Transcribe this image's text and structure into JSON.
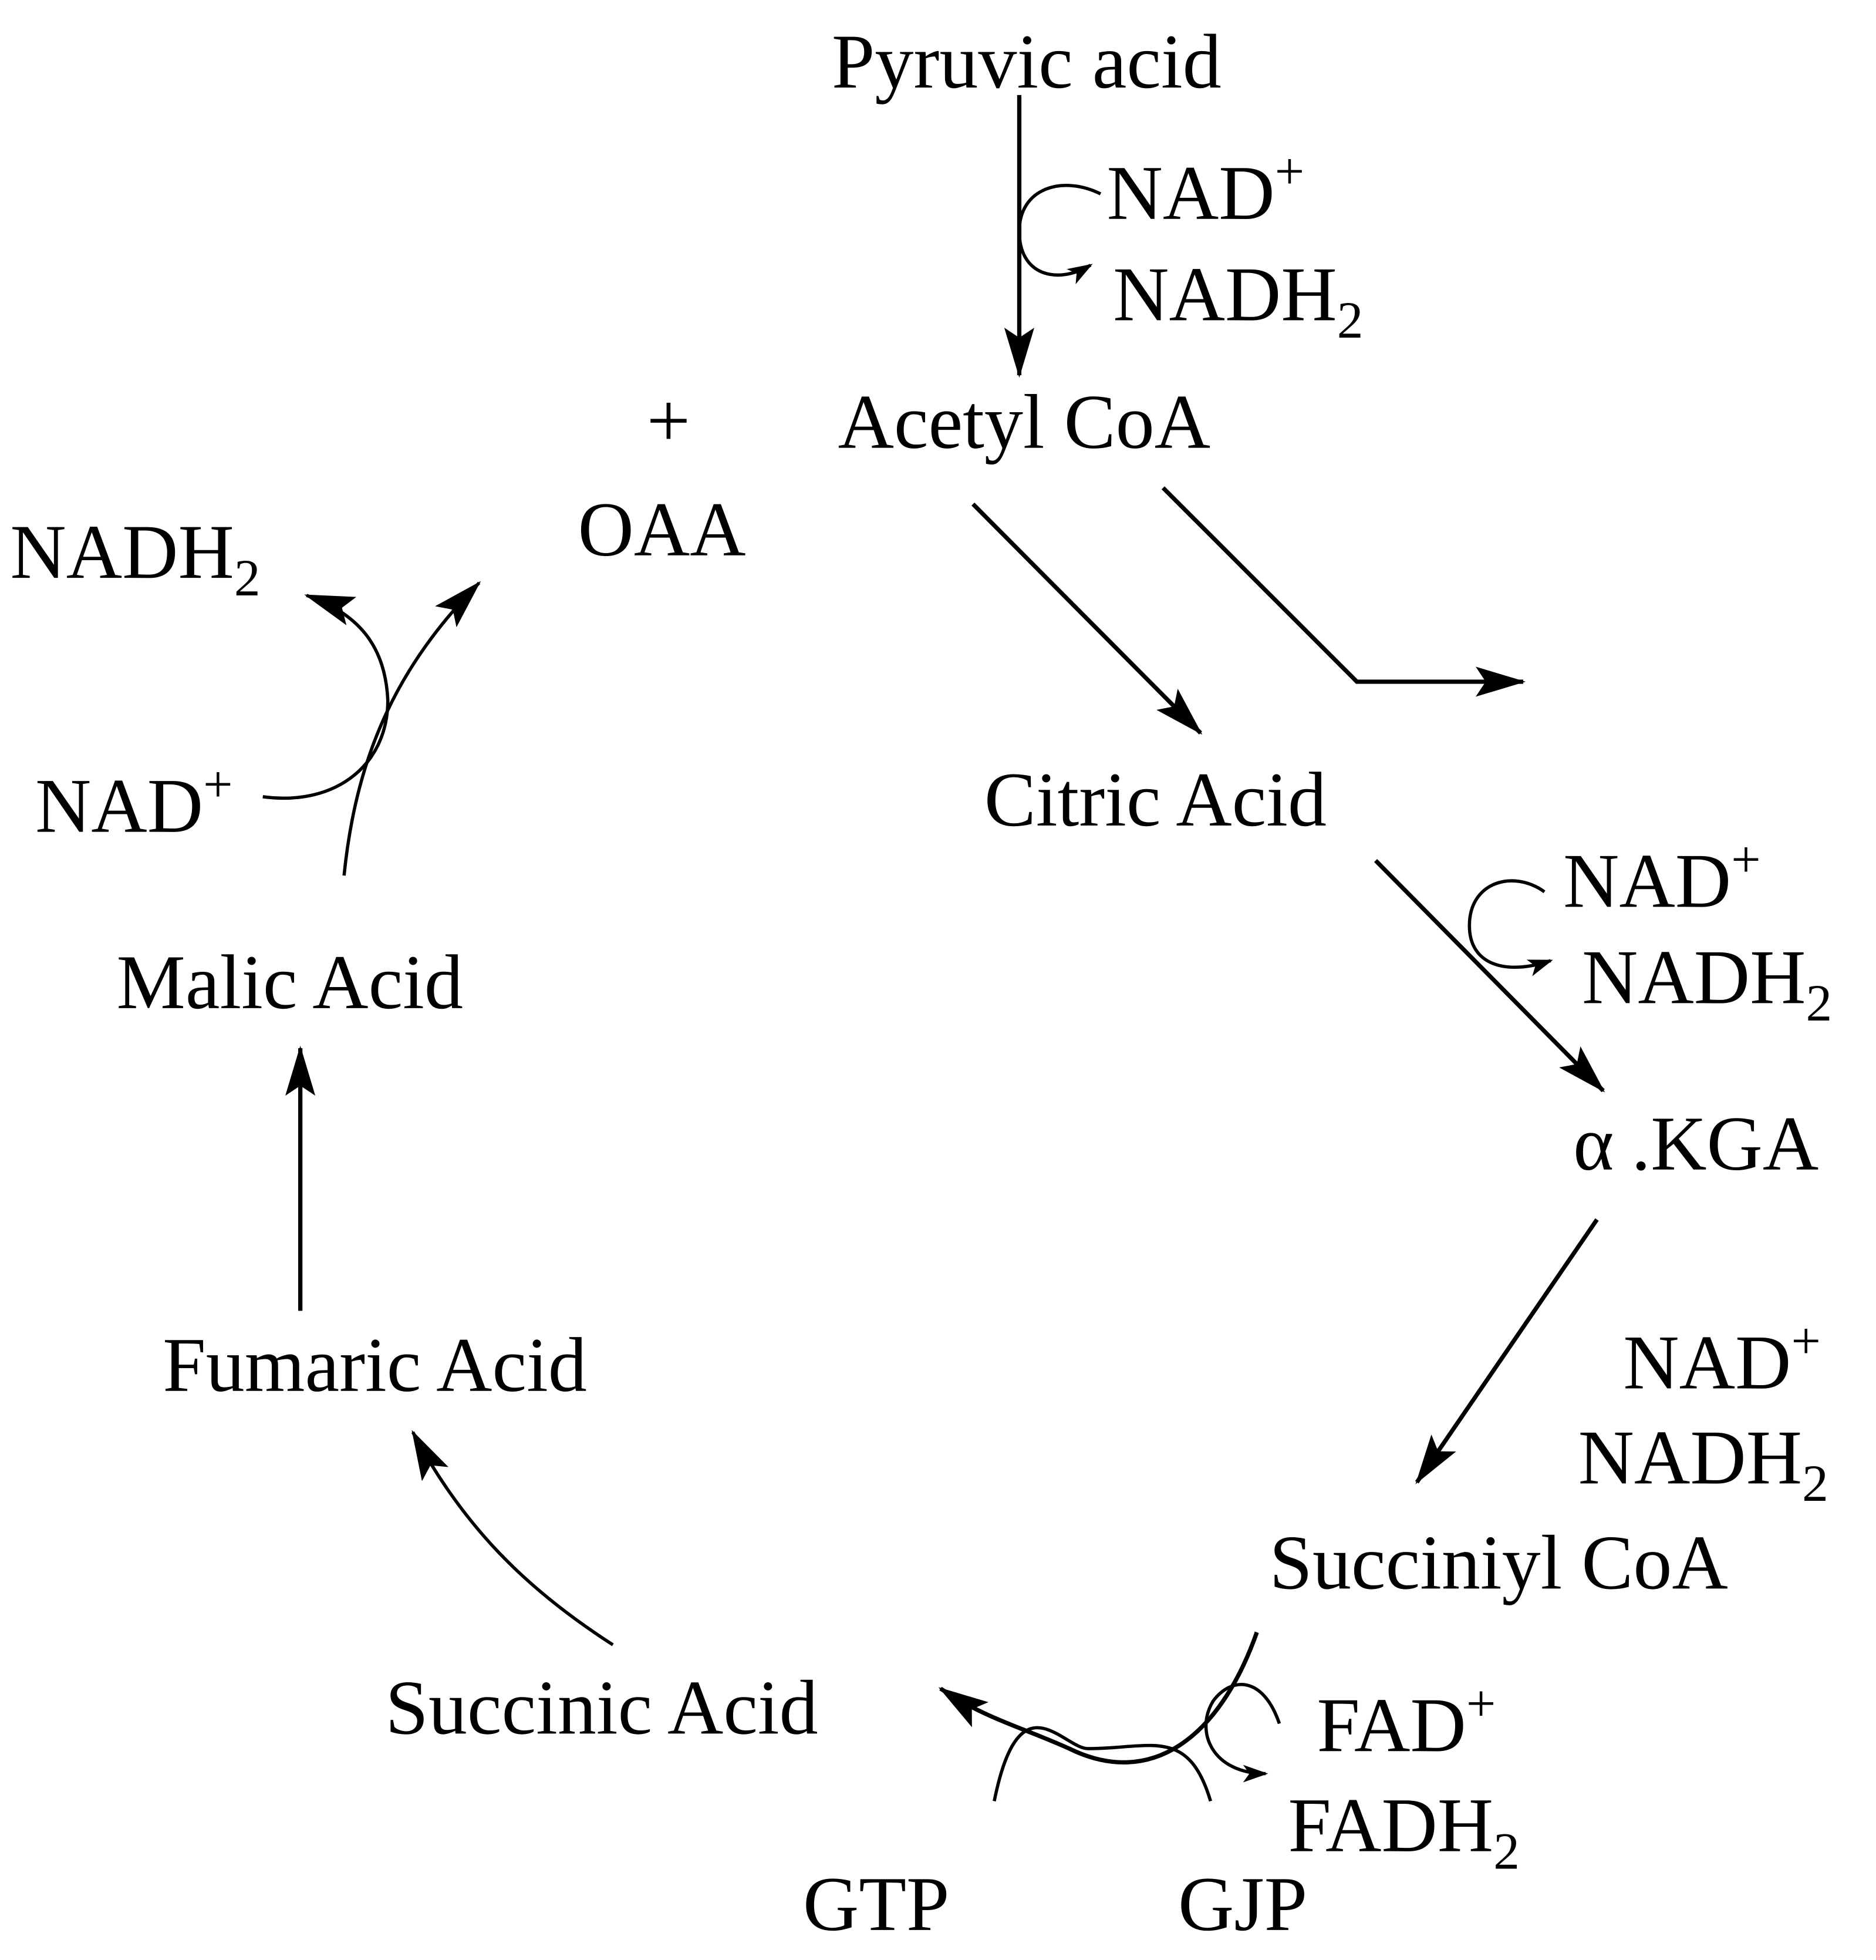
{
  "diagram": {
    "title": "Krebs cycle",
    "nodes": {
      "pyruvic_acid": "Pyruvic acid",
      "acetyl_coa": "Acetyl CoA",
      "plus": "+",
      "oaa": "OAA",
      "citric_acid": "Citric Acid",
      "alpha": "α",
      "kga": ".KGA",
      "succiniyl_coa": "Succiniyl CoA",
      "succinic_acid": "Succinic Acid",
      "fumaric_acid": "Fumaric Acid",
      "malic_acid": "Malic Acid"
    },
    "cofactors": {
      "nad": "NAD",
      "nadh": "NADH",
      "fad": "FAD",
      "fadh": "FADH",
      "plus_sign": "+",
      "sub_two": "2",
      "gtp": "GTP",
      "gjp": "GJP"
    }
  }
}
